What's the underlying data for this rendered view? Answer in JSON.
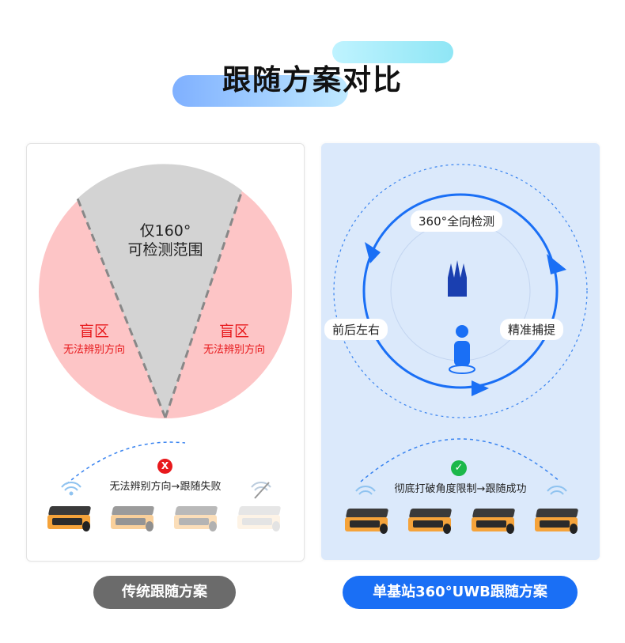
{
  "title": "跟随方案对比",
  "left": {
    "center_line1": "仅160°",
    "center_line2": "可检测范围",
    "blind_left_title": "盲区",
    "blind_left_sub": "无法辨别方向",
    "blind_right_title": "盲区",
    "blind_right_sub": "无法辨别方向",
    "status_icon": "x-icon",
    "status_mark": "X",
    "status_text": "无法辨别方向→跟随失败",
    "button": "传统跟随方案"
  },
  "right": {
    "top_tag": "360°全向检测",
    "left_tag": "前后左右",
    "right_tag": "精准捕提",
    "status_icon": "check-icon",
    "status_mark": "✓",
    "status_text": "彻底打破角度限制→跟随成功",
    "button": "单基站360°UWB跟随方案"
  },
  "colors": {
    "blind": "#fdc5c6",
    "sector": "#d3d3d3",
    "accent": "#1a6ff5",
    "fail": "#e8191c",
    "ok": "#1cb84a"
  }
}
